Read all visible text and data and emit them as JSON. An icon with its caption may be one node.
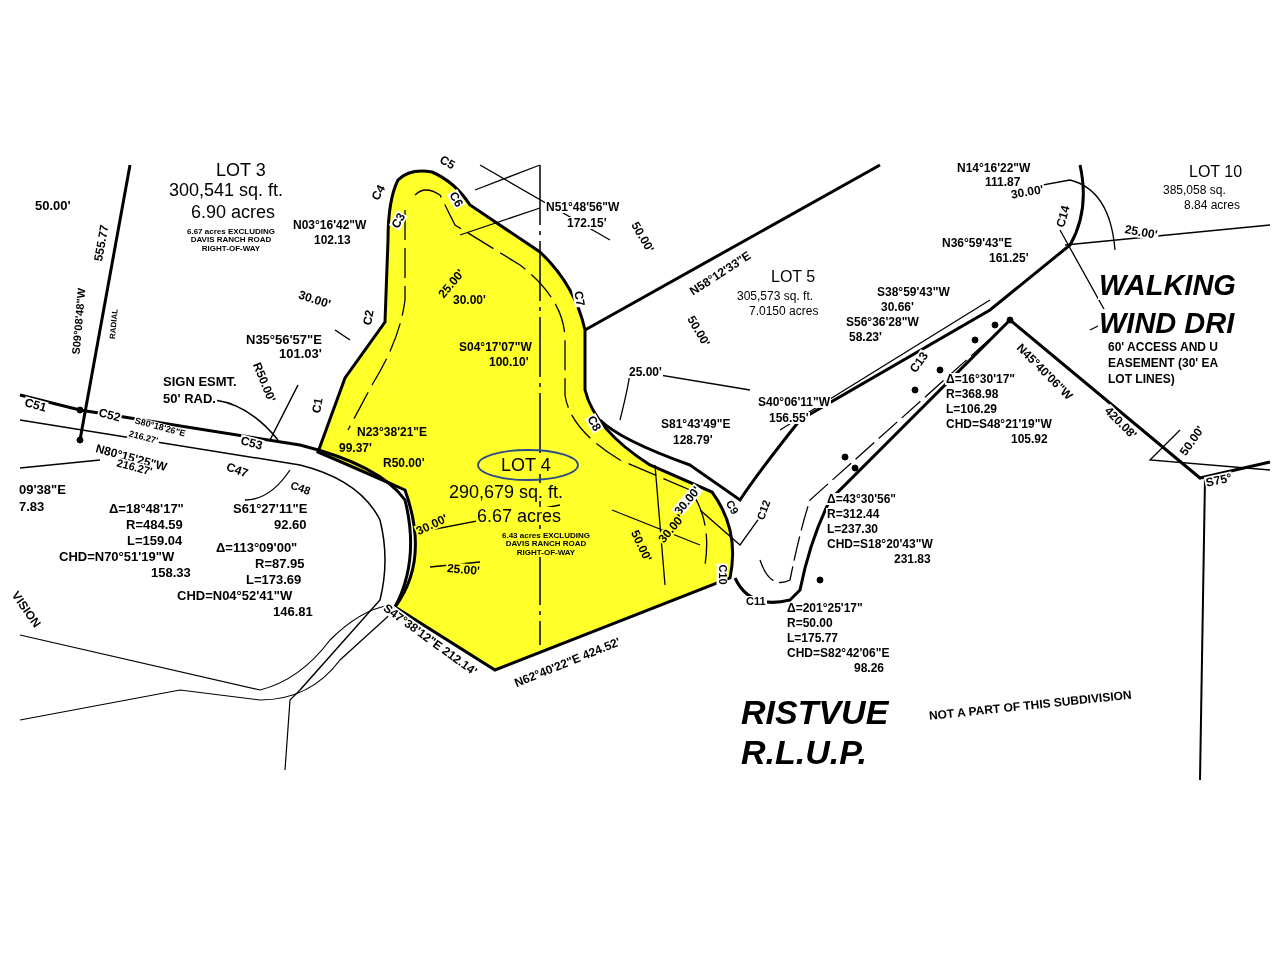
{
  "diagram": {
    "labels": [
      "LOT 3",
      "300,541 sq. ft.",
      "6.90 acres",
      "6.67 acres EXCLUDING DAVIS RANCH ROAD RIGHT-OF-WAY",
      "50.00'",
      "555.77",
      "S09°08'48\"W",
      "RADIAL",
      "C51",
      "C52",
      "S80°18'26\"E",
      "216.27'",
      "N80°15'25\"W",
      "216.27'",
      "C53",
      "C47",
      "C48",
      "SIGN ESMT.",
      "50' RAD.",
      "R50.00'",
      "N35°56'57\"E",
      "101.03'",
      "N03°16'42\"W",
      "102.13",
      "30.00'",
      "C4",
      "C5",
      "C6",
      "C3",
      "C2",
      "C1",
      "25.00'",
      "30.00'",
      "N51°48'56\"W",
      "172.15'",
      "50.00'",
      "N58°12'33\"E",
      "50.00'",
      "C7",
      "LOT 5",
      "305,573 sq. ft.",
      "7.0150 acres",
      "S04°17'07\"W",
      "100.10'",
      "25.00'",
      "C8",
      "S81°43'49\"E",
      "128.79'",
      "30.00'",
      "N23°38'21\"E",
      "99.37'",
      "R50.00'",
      "LOT 4",
      "290,679 sq. ft.",
      "6.67 acres",
      "6.43 acres EXCLUDING DAVIS RANCH ROAD RIGHT-OF-WAY",
      "30.00'",
      "25.00'",
      "30.00'",
      "50.00'",
      "C9",
      "C10",
      "C11",
      "C12",
      "S40°06'11\"W",
      "156.55'",
      "C13",
      "Δ=16°30'17\"",
      "R=368.98",
      "L=106.29",
      "CHD=S48°21'19\"W",
      "105.92",
      "S38°59'43\"W",
      "30.66'",
      "S56°36'28\"W",
      "58.23'",
      "N36°59'43\"E",
      "161.25'",
      "N14°16'22\"W",
      "111.87",
      "30.00'",
      "C14",
      "25.00'",
      "LOT 10",
      "385,058 sq.",
      "8.84 acres",
      "WALKING",
      "WIND DRI",
      "60' ACCESS AND U",
      "EASEMENT (30' EA",
      "LOT LINES)",
      "N45°40'06\"W",
      "420.08'",
      "50.00'",
      "S75°",
      "09'38\"E",
      "7.83",
      "Δ=18°48'17\"",
      "R=484.59",
      "L=159.04",
      "CHD=N70°51'19\"W",
      "158.33",
      "S61°27'11\"E",
      "92.60",
      "Δ=113°09'00\"",
      "R=87.95",
      "L=173.69",
      "CHD=N04°52'41\"W",
      "146.81",
      "S47°38'12\"E 212.14'",
      "N62°40'22\"E 424.52'",
      "Δ=43°30'56\"",
      "R=312.44",
      "L=237.30",
      "CHD=S18°20'43\"W",
      "231.83",
      "Δ=201°25'17\"",
      "R=50.00",
      "L=175.77",
      "CHD=S82°42'06\"E",
      "98.26",
      "RISTVUE",
      "R.L.U.P.",
      "NOT A PART OF THIS SUBDIVISION",
      "VISION"
    ]
  }
}
